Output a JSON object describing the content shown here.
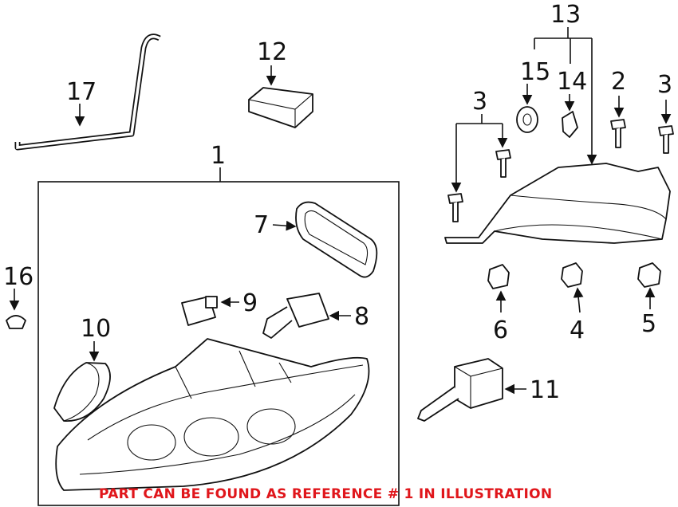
{
  "diagram": {
    "callouts": [
      "1",
      "2",
      "3",
      "3",
      "4",
      "5",
      "6",
      "7",
      "8",
      "9",
      "10",
      "11",
      "12",
      "13",
      "14",
      "15",
      "16",
      "17"
    ],
    "note": "PART CAN BE FOUND AS REFERENCE # 1 IN ILLUSTRATION",
    "note_color": "#e0161b"
  }
}
